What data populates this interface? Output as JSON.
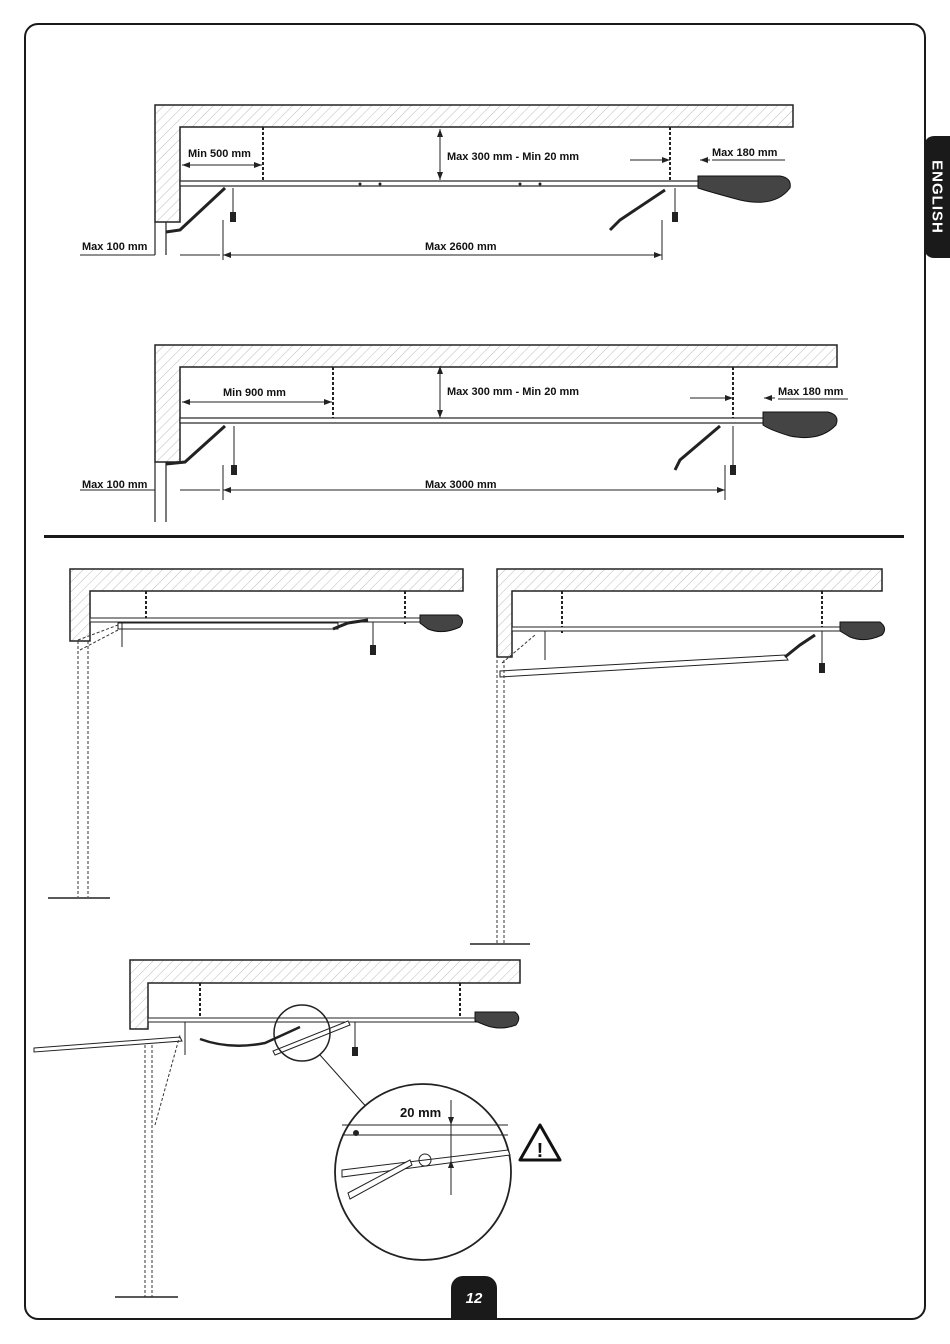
{
  "language_tab": "ENGLISH",
  "page_number": "12",
  "figure_a": {
    "min_front": "Min 500 mm",
    "vertical": "Max 300 mm - Min 20 mm",
    "max_motor": "Max 180 mm",
    "max_wall": "Max 100 mm",
    "max_length": "Max 2600 mm"
  },
  "figure_b": {
    "min_front": "Min 900 mm",
    "vertical": "Max 300 mm - Min 20 mm",
    "max_motor": "Max 180 mm",
    "max_wall": "Max 100 mm",
    "max_length": "Max 3000 mm"
  },
  "figure_e": {
    "gap": "20 mm",
    "warning_symbol": "!"
  },
  "colors": {
    "ink": "#1a1a1a",
    "background": "#ffffff"
  }
}
